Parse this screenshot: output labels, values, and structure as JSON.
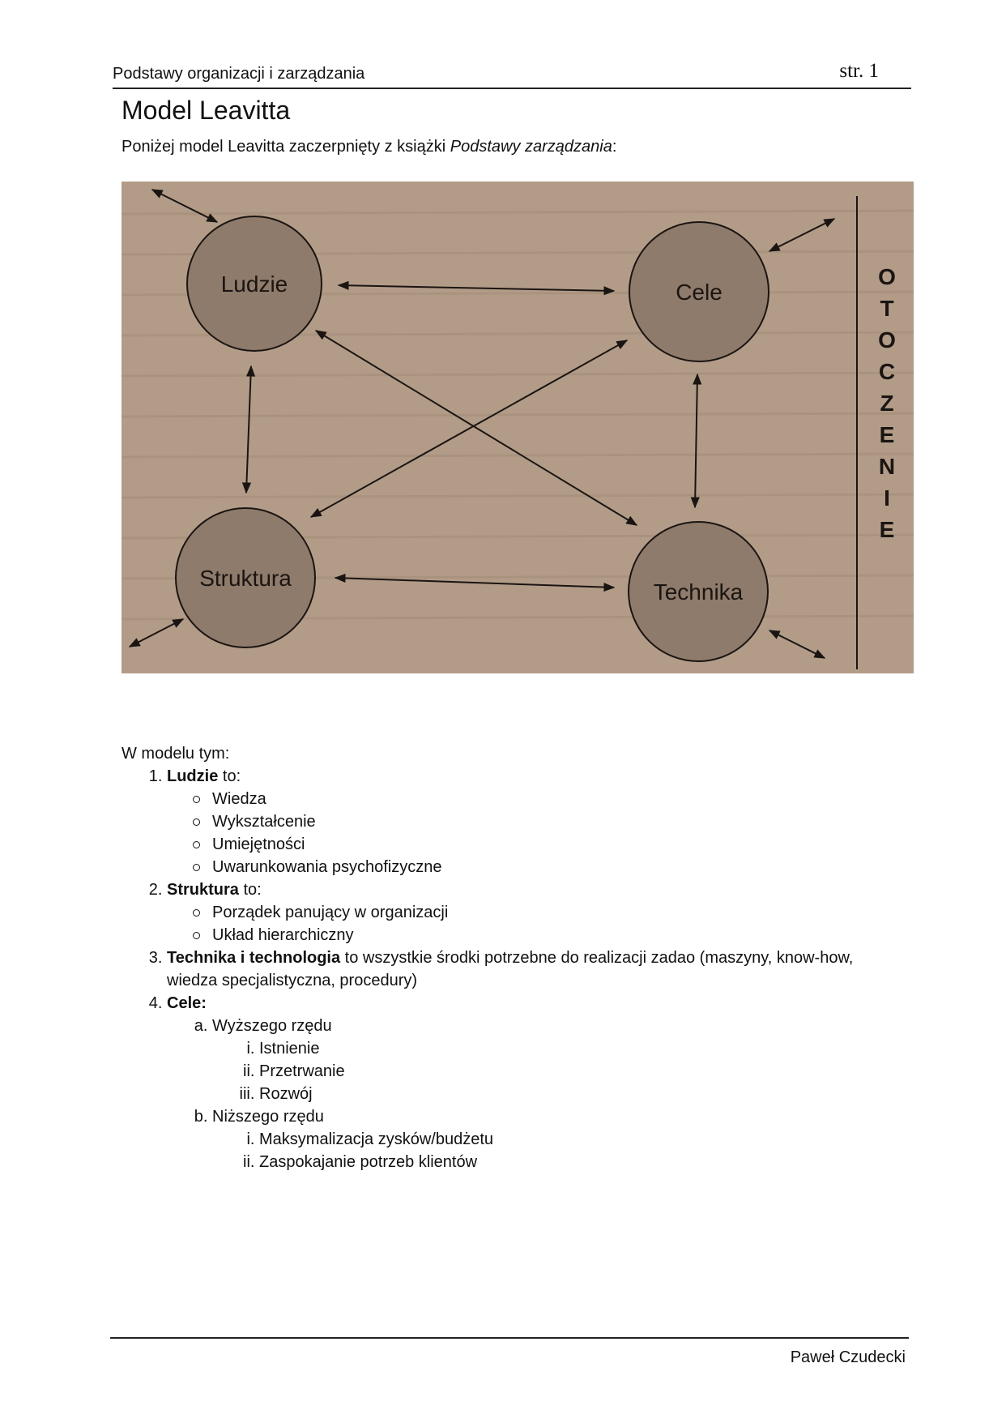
{
  "header": {
    "title": "Podstawy organizacji i zarządzania",
    "page": "str. 1"
  },
  "title": "Model Leavitta",
  "intro": {
    "text": "Poniżej model Leavitta zaczerpnięty z książki ",
    "book": "Podstawy zarządzania",
    "end": ":"
  },
  "diagram": {
    "nodes": {
      "ludzie": "Ludzie",
      "cele": "Cele",
      "struktura": "Struktura",
      "technika": "Technika"
    },
    "environment_letters": [
      "O",
      "T",
      "O",
      "C",
      "Z",
      "E",
      "N",
      "I",
      "E"
    ],
    "colors": {
      "background": "#b29c88",
      "circle": "#8f7b6b",
      "ink": "#1a1512"
    }
  },
  "body": {
    "intro": "W modelu tym:",
    "items": [
      {
        "term": "Ludzie",
        "rest": " to:",
        "subs": [
          "Wiedza",
          "Wykształcenie",
          "Umiejętności",
          "Uwarunkowania psychofizyczne"
        ]
      },
      {
        "term": "Struktura",
        "rest": " to:",
        "subs": [
          "Porządek panujący w organizacji",
          "Układ hierarchiczny"
        ]
      },
      {
        "term": "Technika i technologia",
        "rest": " to wszystkie środki potrzebne do realizacji zadao (maszyny, know-how, wiedza specjalistyczna, procedury)"
      },
      {
        "term": "Cele:",
        "groups": [
          {
            "label": "Wyższego rzędu",
            "items": [
              "Istnienie",
              "Przetrwanie",
              "Rozwój"
            ]
          },
          {
            "label": "Niższego rzędu",
            "items": [
              "Maksymalizacja zysków/budżetu",
              "Zaspokajanie potrzeb klientów"
            ]
          }
        ]
      }
    ]
  },
  "footer": {
    "author": "Paweł Czudecki"
  }
}
